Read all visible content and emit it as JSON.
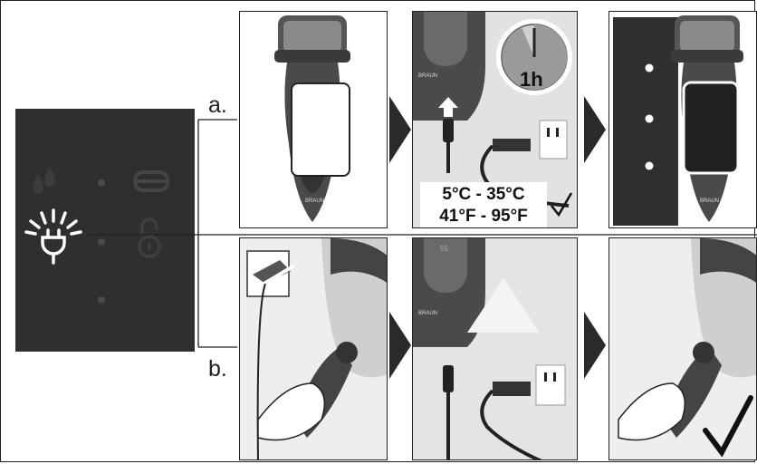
{
  "labels": {
    "a": "a.",
    "b": "b."
  },
  "temperature": {
    "celsius": "5°C - 35°C",
    "fahrenheit": "41°F - 95°F"
  },
  "clock": {
    "text": "1h"
  },
  "brand": "BRAUN",
  "counter": "55",
  "icons": [
    "plug-charging-icon",
    "water-drop-icon",
    "battery-icon",
    "lock-icon",
    "checkmark-icon",
    "arrow-right-icon",
    "clock-icon",
    "shaver-icon",
    "charger-icon",
    "wall-outlet-icon"
  ],
  "colors": {
    "display_bg": "#2f2f2f",
    "arrow": "#2a2a2a",
    "line": "#222222",
    "shaver_body": "#4a4a4a"
  }
}
